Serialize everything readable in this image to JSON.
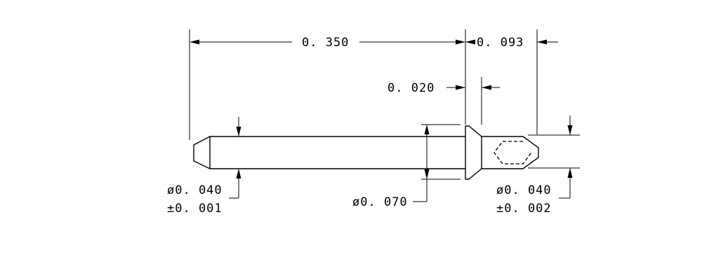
{
  "dimensions": {
    "overall_length": "0. 350",
    "tip_length": "0. 093",
    "head_thickness": "0. 020",
    "head_diameter": "ø0. 070",
    "shank_diameter": "ø0. 040",
    "shank_tolerance": "±0. 001",
    "tip_diameter": "ø0. 040",
    "tip_tolerance": "±0. 002"
  }
}
